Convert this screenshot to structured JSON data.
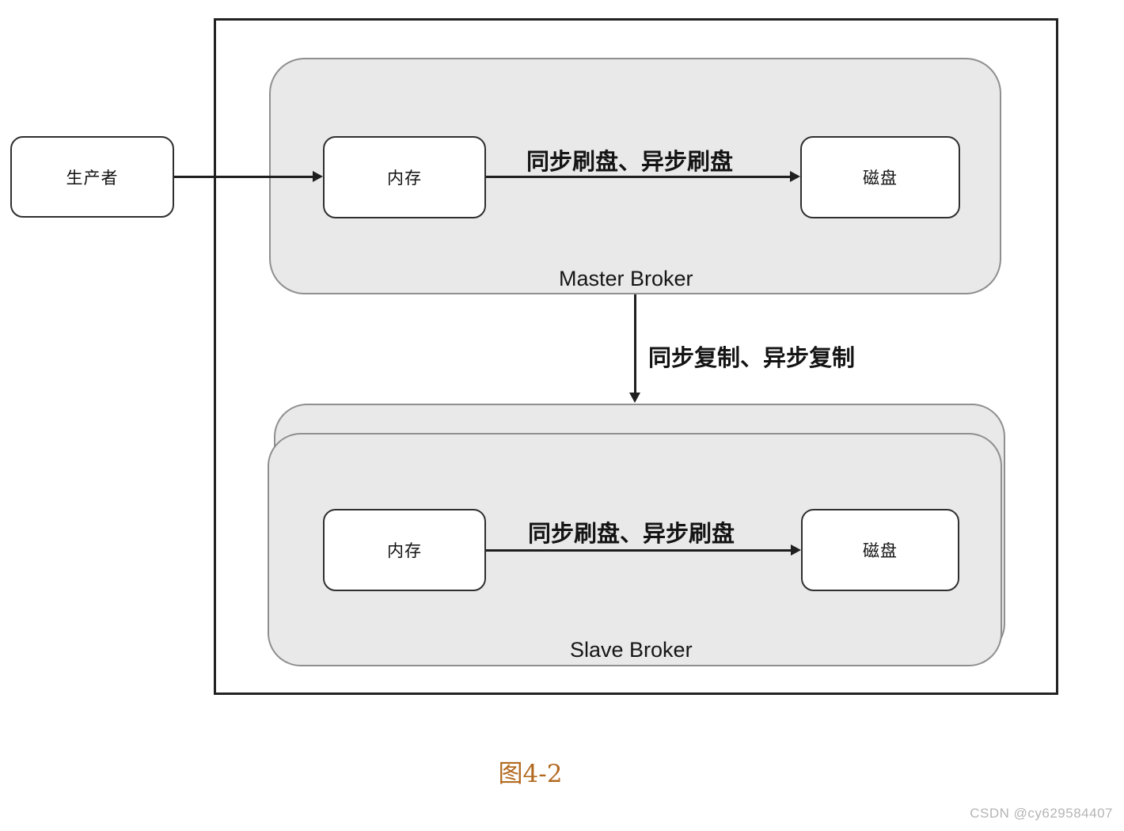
{
  "diagram": {
    "producer": {
      "label": "生产者"
    },
    "master": {
      "title": "Master Broker",
      "memory_label": "内存",
      "disk_label": "磁盘",
      "flush_arrow_label": "同步刷盘、异步刷盘"
    },
    "replication_arrow_label": "同步复制、异步复制",
    "slave": {
      "title": "Slave Broker",
      "memory_label": "内存",
      "disk_label": "磁盘",
      "flush_arrow_label": "同步刷盘、异步刷盘"
    }
  },
  "caption": {
    "text": "图4-2",
    "color": "#b2691f"
  },
  "watermark": {
    "text": "CSDN @cy629584407",
    "color": "#b5b5b5"
  },
  "colors": {
    "broker_group_fill": "#e9e9e9",
    "broker_group_border": "#8f8f8f",
    "node_fill": "#ffffff",
    "node_border": "#2f2f2f",
    "arrow": "#1f1f1f",
    "outer_rect_border": "#222222",
    "background": "#ffffff"
  }
}
